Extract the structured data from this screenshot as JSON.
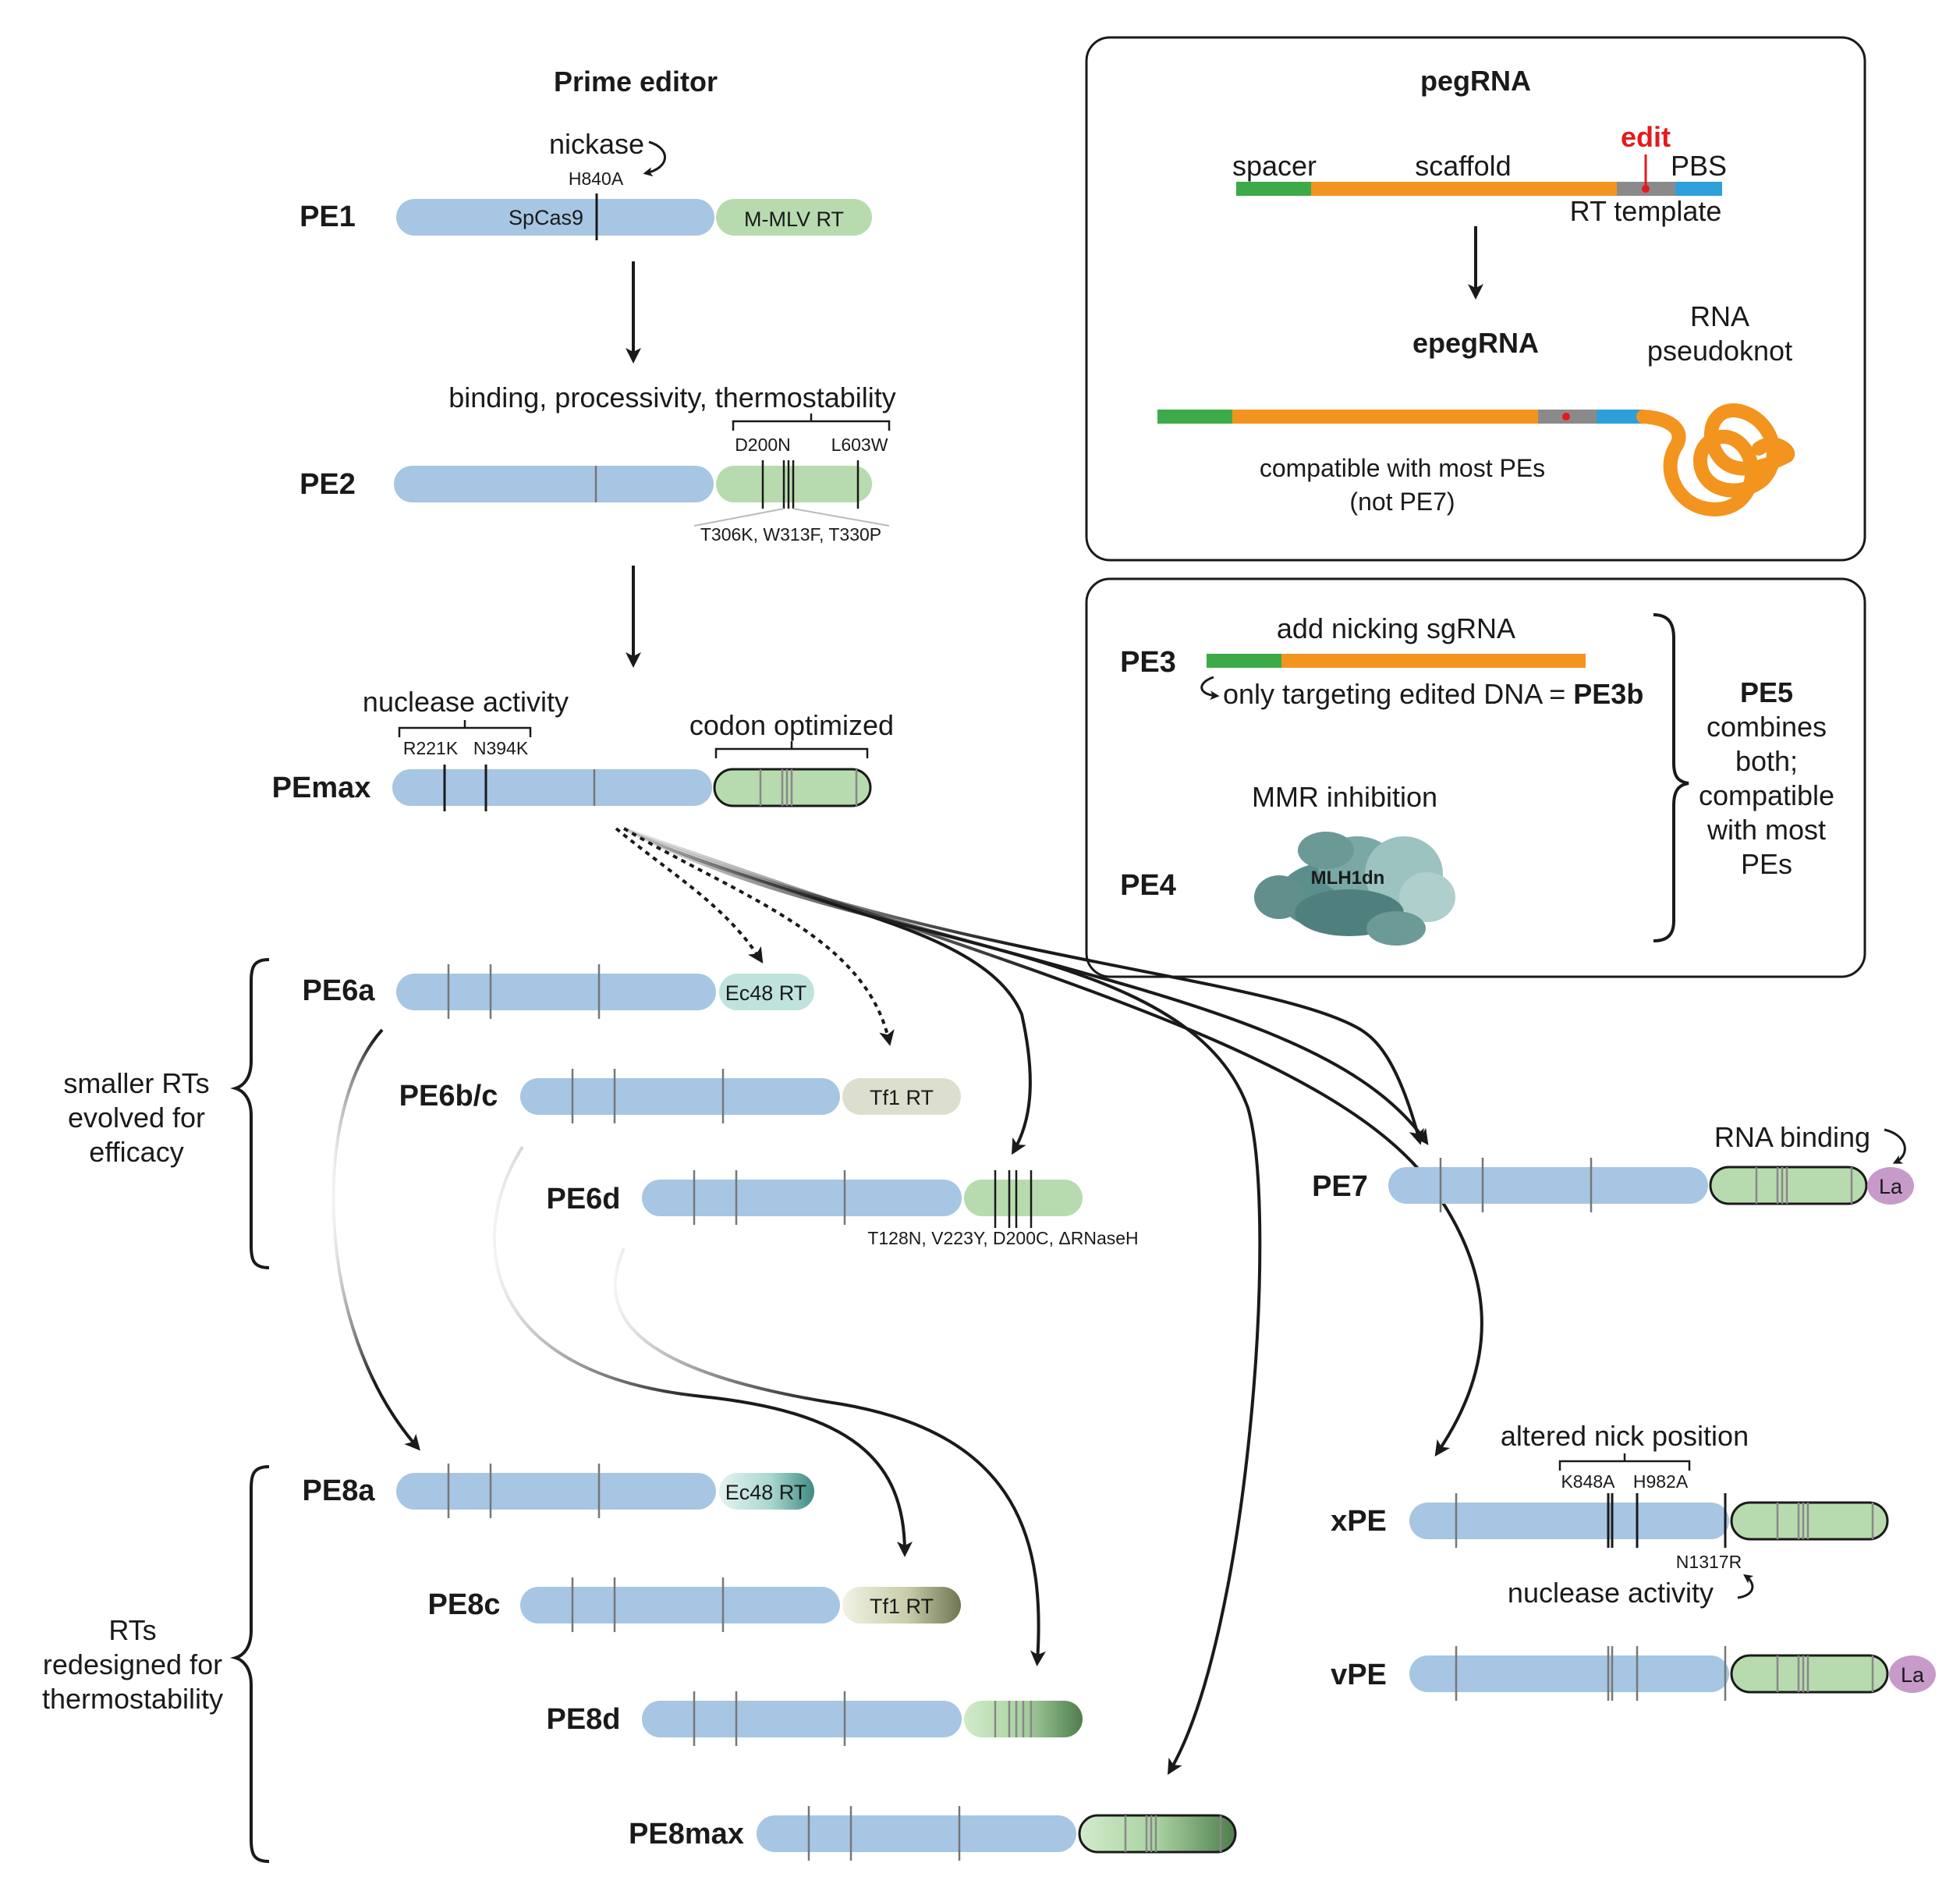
{
  "titles": {
    "prime_editor": "Prime editor",
    "pegrna": "pegRNA",
    "epegrna": "epegRNA"
  },
  "annotations": {
    "nickase": "nickase",
    "h840a": "H840A",
    "spcas9": "SpCas9",
    "mmlv_rt": "M-MLV RT",
    "binding": "binding, processivity, thermostability",
    "d200n": "D200N",
    "l603w": "L603W",
    "pe2_rt_muts": "T306K, W313F, T330P",
    "nuclease_activity": "nuclease activity",
    "r221k": "R221K",
    "n394k": "N394K",
    "codon_optimized": "codon optimized",
    "ec48_rt": "Ec48 RT",
    "tf1_rt": "Tf1 RT",
    "pe6d_muts": "T128N, V223Y, D200C, ΔRNaseH",
    "rna_binding": "RNA binding",
    "la": "La",
    "altered_nick": "altered nick position",
    "k848a": "K848A",
    "h982a": "H982A",
    "n1317r": "N1317R",
    "nuclease_activity2": "nuclease activity",
    "smaller_rts": [
      "smaller RTs",
      "evolved for",
      "efficacy"
    ],
    "rts_redesigned": [
      "RTs",
      "redesigned for",
      "thermostability"
    ]
  },
  "editors": {
    "pe1": "PE1",
    "pe2": "PE2",
    "pemax": "PEmax",
    "pe6a": "PE6a",
    "pe6bc": "PE6b/c",
    "pe6d": "PE6d",
    "pe7": "PE7",
    "pe8a": "PE8a",
    "pe8c": "PE8c",
    "pe8d": "PE8d",
    "pe8max": "PE8max",
    "xpe": "xPE",
    "vpe": "vPE"
  },
  "pegrna_box": {
    "spacer": "spacer",
    "scaffold": "scaffold",
    "edit": "edit",
    "pbs": "PBS",
    "rt_template": "RT template",
    "rna_label": "RNA",
    "pseudoknot": "pseudoknot",
    "compatible": "compatible with most PEs",
    "not_pe7": "(not PE7)"
  },
  "pe345_box": {
    "pe3": "PE3",
    "add_nicking": "add nicking sgRNA",
    "only_targeting": "only targeting edited DNA = ",
    "pe3b": "PE3b",
    "mmr": "MMR inhibition",
    "pe4": "PE4",
    "mlh1dn": "MLH1dn",
    "pe5": "PE5",
    "pe5_desc": [
      "combines",
      "both;",
      "compatible",
      "with most",
      "PEs"
    ]
  },
  "colors": {
    "cas9": "#a6c6e3",
    "mmlv": "#b7dbae",
    "ec48": "#bfe3dc",
    "tf1": "#dcdfcd",
    "la": "#c79ac9",
    "spacer": "#3caa48",
    "scaffold": "#f3941f",
    "rt_template": "#8a8a8a",
    "pbs": "#2e9fd9",
    "edit": "#e41a1c",
    "mlh1": "#5b8f8c"
  }
}
